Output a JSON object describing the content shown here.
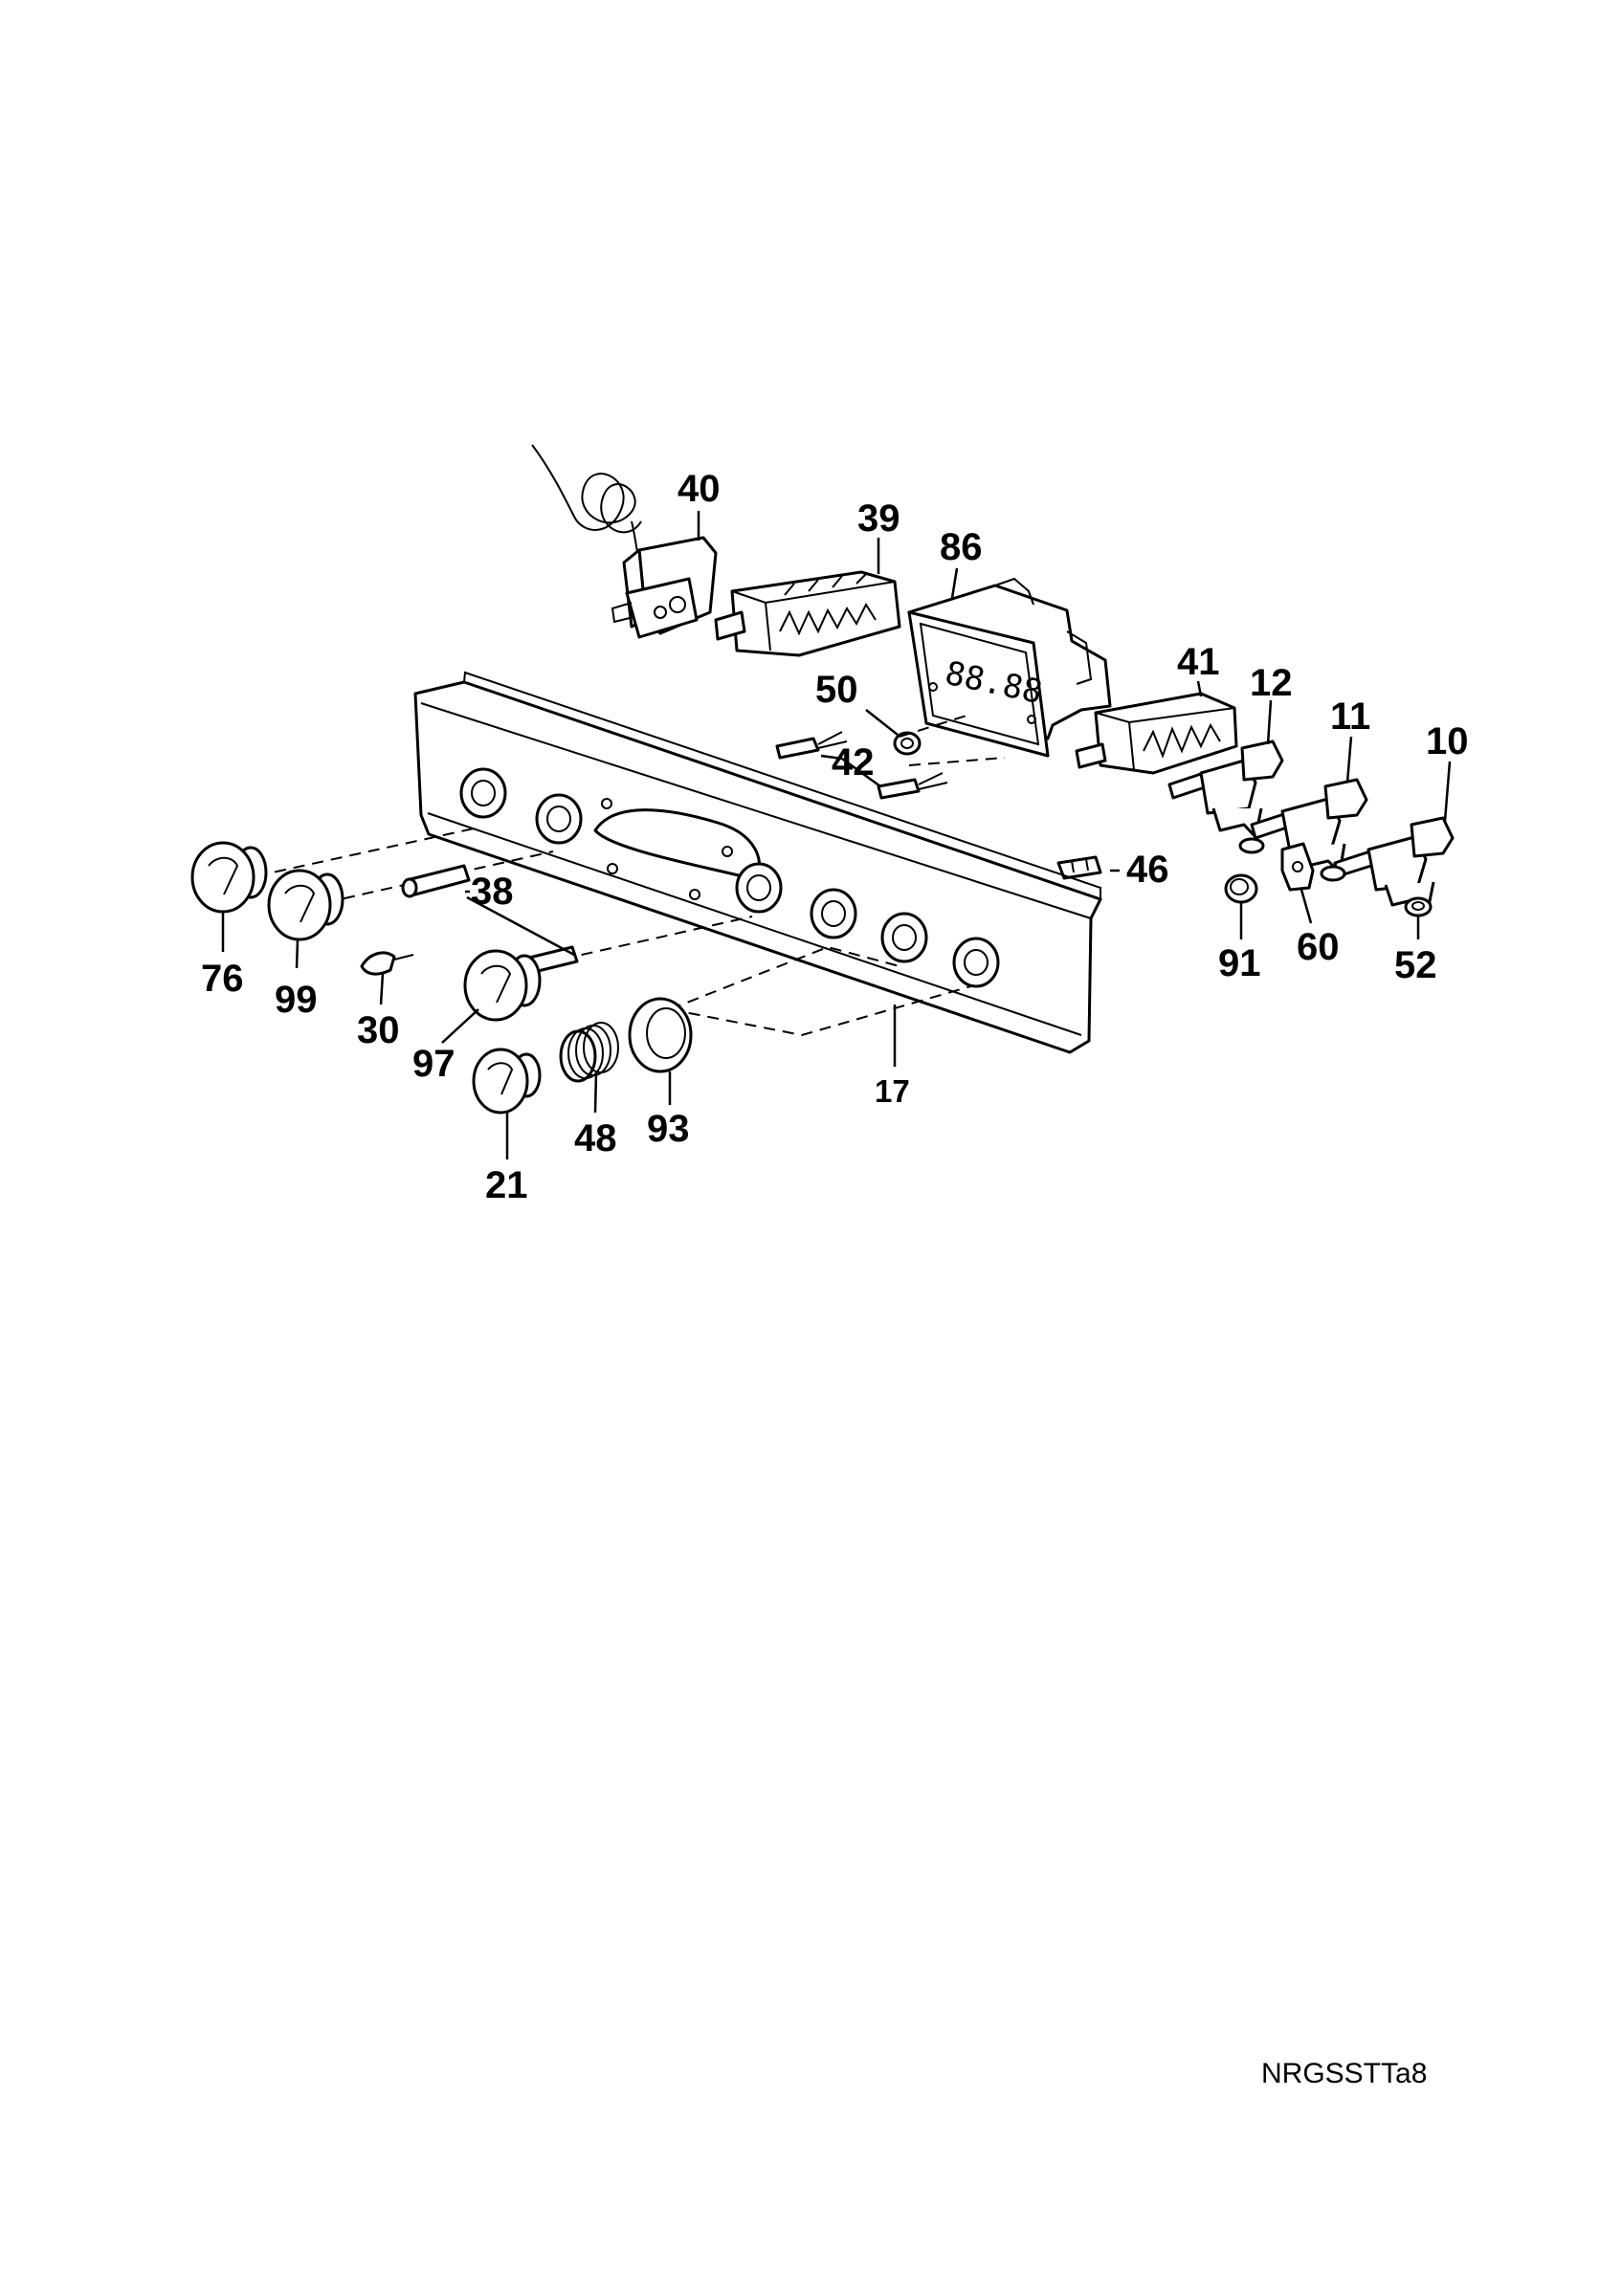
{
  "diagram": {
    "labels": {
      "p40": "40",
      "p39": "39",
      "p86": "86",
      "p41": "41",
      "p12": "12",
      "p11": "11",
      "p10": "10",
      "p50": "50",
      "p42": "42",
      "p46": "46",
      "p38": "38",
      "p76": "76",
      "p99": "99",
      "p30": "30",
      "p97": "97",
      "p21": "21",
      "p48": "48",
      "p93": "93",
      "p17": "17",
      "p91": "91",
      "p60": "60",
      "p52": "52"
    },
    "display_text": "88.88",
    "reference_code": "NRGSSTTa8"
  }
}
